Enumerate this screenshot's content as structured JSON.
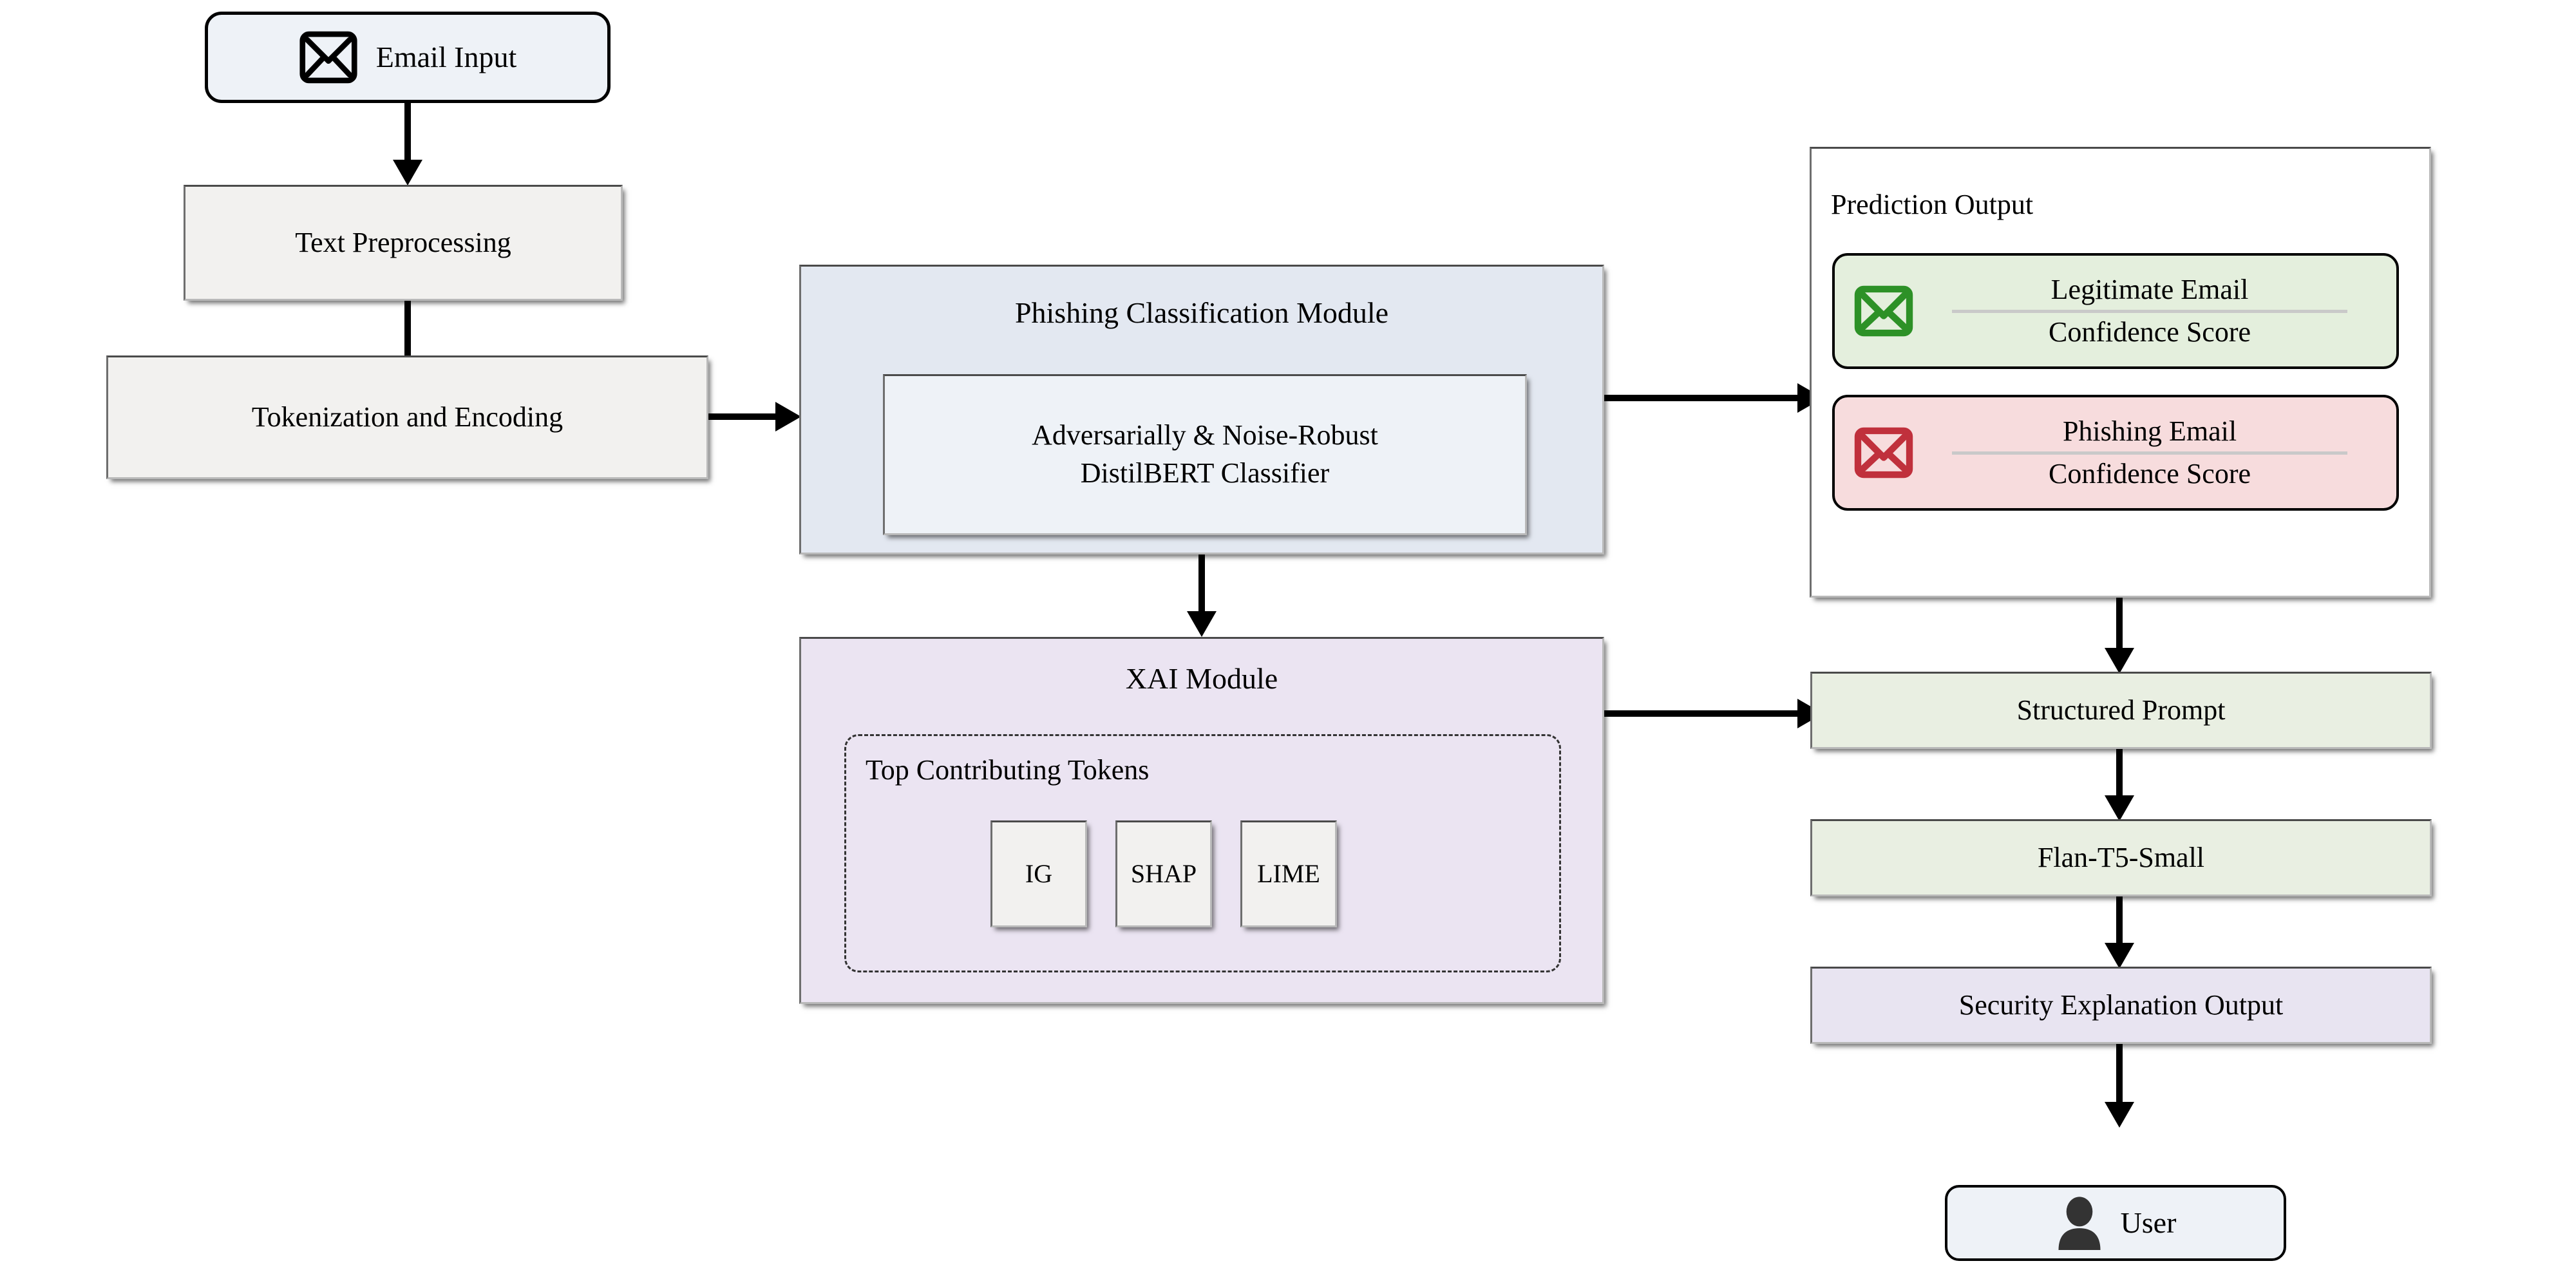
{
  "diagram": {
    "title_visible": false,
    "colors": {
      "node_grey": "#f2f1ef",
      "module_blue": "#e3e8f1",
      "module_lavender": "#ebe4f2",
      "prompt_green": "#e9efe2",
      "legit_card": "#e4efdd",
      "phish_card": "#f7dcdd",
      "legit_icon": "#2d9127",
      "phish_icon": "#c0303c",
      "outline": "#000000"
    }
  },
  "left_pipeline": {
    "email_input": {
      "label": "Email Input",
      "icon": "envelope-icon"
    },
    "text_preprocessing": {
      "label": "Text Preprocessing"
    },
    "tokenization": {
      "label": "Tokenization and Encoding"
    }
  },
  "classification_module": {
    "title": "Phishing Classification Module",
    "classifier": {
      "line1": "Adversarially & Noise-Robust",
      "line2": "DistilBERT Classifier"
    }
  },
  "xai_module": {
    "title": "XAI Module",
    "group_label": "Top Contributing Tokens",
    "methods": [
      {
        "label": "IG"
      },
      {
        "label": "SHAP"
      },
      {
        "label": "LIME"
      }
    ]
  },
  "prediction_output": {
    "title": "Prediction Output",
    "cards": [
      {
        "label": "Legitimate Email",
        "confidence": "Confidence Score",
        "icon": "envelope-icon",
        "color": "#2d9127"
      },
      {
        "label": "Phishing Email",
        "confidence": "Confidence Score",
        "icon": "envelope-icon",
        "color": "#c0303c"
      }
    ]
  },
  "explanation_chain": {
    "structured_prompt": {
      "label": "Structured Prompt"
    },
    "flan_t5": {
      "label": "Flan-T5-Small"
    },
    "security_output": {
      "label": "Security Explanation Output"
    },
    "user": {
      "label": "User",
      "icon": "user-icon"
    }
  }
}
